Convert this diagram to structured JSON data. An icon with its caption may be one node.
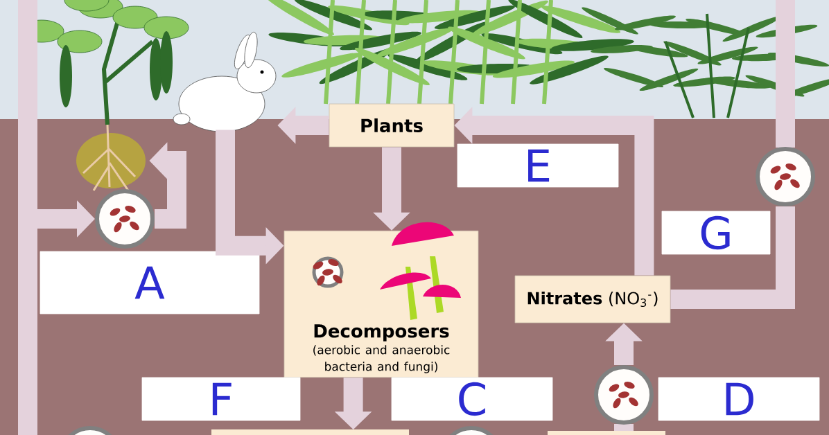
{
  "diagram": {
    "nodes": [
      {
        "text": [
          "Plants"
        ]
      },
      {
        "text": [
          "E"
        ]
      },
      {
        "text": [
          "G"
        ]
      },
      {
        "text": [
          "A"
        ]
      },
      {
        "text": [
          "**Nitrates** (NO$_{3}$$^{-}$)"
        ]
      },
      {
        "text": [
          "Decomposers",
          "(aerobic and anaerobic bacteria and fungi)"
        ]
      },
      {
        "text": [
          "F"
        ]
      },
      {
        "text": [
          "C"
        ]
      },
      {
        "text": [
          "D"
        ]
      },
      {
        "text": [],
        "shape": "picture"
      },
      {
        "text": [],
        "shape": "picture"
      },
      {
        "text": [],
        "shape": "circle"
      },
      {
        "text": [],
        "shape": "circle"
      },
      {
        "text": [],
        "shape": "circle"
      }
    ],
    "edges": [
      {
        "from": 0,
        "to": 9,
        "arrow": "to"
      },
      {
        "from": 0,
        "to": 5,
        "arrow": "to"
      },
      {
        "from": 9,
        "to": 5,
        "arrow": "to"
      },
      {
        "from": 4,
        "to": 0,
        "arrow": "to"
      },
      {
        "from": 13,
        "to": 4,
        "arrow": "to"
      },
      {
        "from": 11,
        "to": 10,
        "arrow": "to"
      },
      {
        "from": null,
        "to": 11,
        "arrow": "to"
      },
      {
        "from": 4,
        "to": 12,
        "arrow": "none"
      },
      {
        "from": 5,
        "to": null,
        "arrow": "to"
      }
    ]
  }
}
